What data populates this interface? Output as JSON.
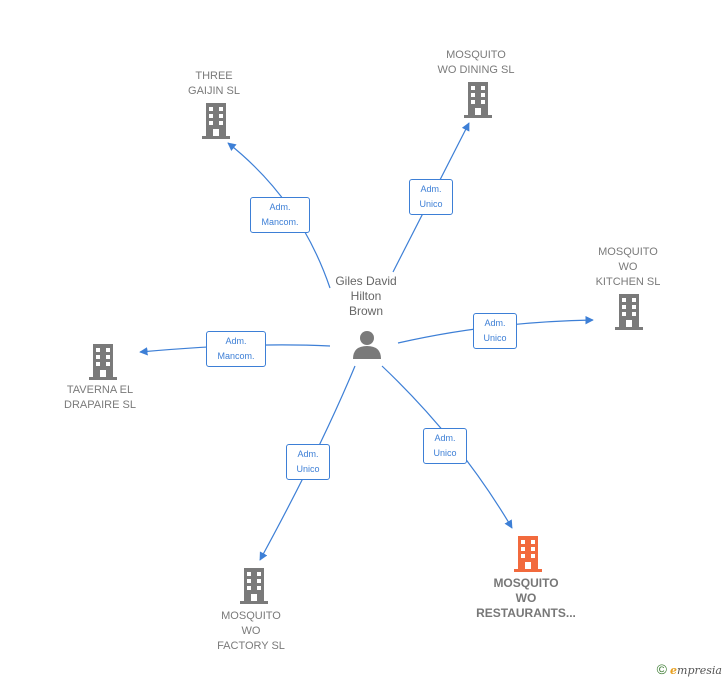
{
  "center": {
    "name": "Giles David\nHilton\nBrown",
    "icon": "person-icon"
  },
  "nodes": [
    {
      "id": "three-gaijin",
      "label": "THREE\nGAIJIN SL",
      "icon": "building-icon",
      "highlight": false
    },
    {
      "id": "mosquito-dining",
      "label": "MOSQUITO\nWO DINING  SL",
      "icon": "building-icon",
      "highlight": false
    },
    {
      "id": "mosquito-kitchen",
      "label": "MOSQUITO\nWO\nKITCHEN  SL",
      "icon": "building-icon",
      "highlight": false
    },
    {
      "id": "taverna",
      "label": "TAVERNA EL\nDRAPAIRE  SL",
      "icon": "building-icon",
      "highlight": false
    },
    {
      "id": "mosquito-factory",
      "label": "MOSQUITO\nWO\nFACTORY  SL",
      "icon": "building-icon",
      "highlight": false
    },
    {
      "id": "mosquito-restaurants",
      "label": "MOSQUITO\nWO\nRESTAURANTS...",
      "icon": "building-icon",
      "highlight": true
    }
  ],
  "edges": [
    {
      "to": "three-gaijin",
      "label": "Adm.\nMancom."
    },
    {
      "to": "mosquito-dining",
      "label": "Adm.\nUnico"
    },
    {
      "to": "mosquito-kitchen",
      "label": "Adm.\nUnico"
    },
    {
      "to": "taverna",
      "label": "Adm.\nMancom."
    },
    {
      "to": "mosquito-factory",
      "label": "Adm.\nUnico"
    },
    {
      "to": "mosquito-restaurants",
      "label": "Adm.\nUnico"
    }
  ],
  "colors": {
    "edge": "#3d7fd6",
    "building": "#7a7a7a",
    "highlight": "#f26a3d",
    "person": "#7a7a7a"
  },
  "footer": {
    "copyright": "©",
    "brand_initial": "e",
    "brand_rest": "mpresia"
  }
}
